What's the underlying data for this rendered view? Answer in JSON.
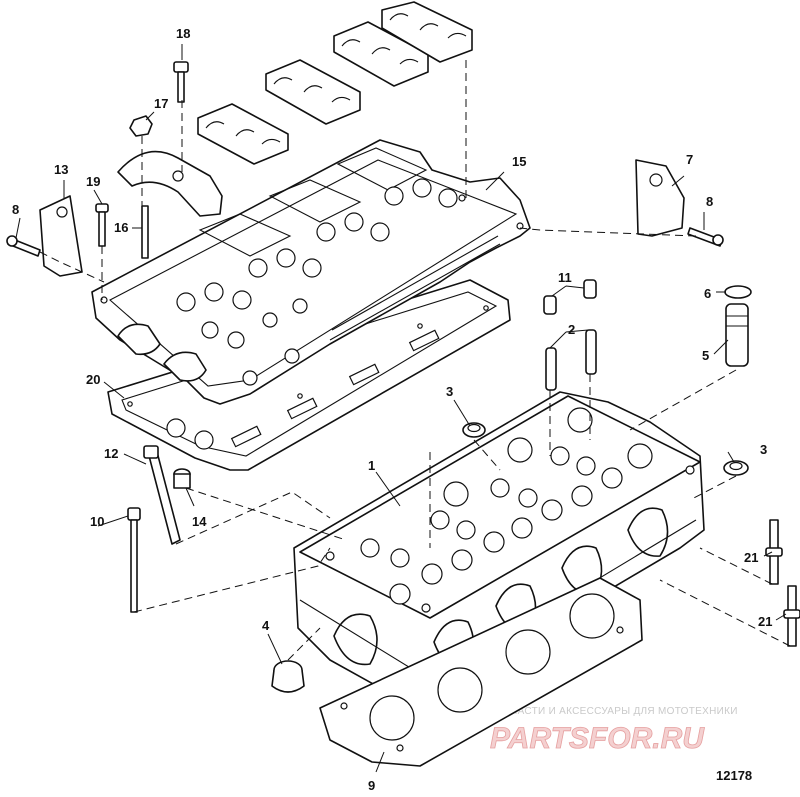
{
  "figure_number": "12178",
  "watermark": {
    "tagline": "ЗАПЧАСТИ И АКСЕССУАРЫ ДЛЯ МОТОТЕХНИКИ",
    "brand": "PARTSFOR.RU"
  },
  "callouts": {
    "c1": "1",
    "c2": "2",
    "c3a": "3",
    "c3b": "3",
    "c4": "4",
    "c5": "5",
    "c6": "6",
    "c7": "7",
    "c8a": "8",
    "c8b": "8",
    "c9": "9",
    "c10": "10",
    "c11": "11",
    "c12": "12",
    "c13": "13",
    "c14": "14",
    "c15": "15",
    "c16": "16",
    "c17": "17",
    "c18": "18",
    "c19": "19",
    "c20": "20",
    "c21a": "21",
    "c21b": "21"
  }
}
